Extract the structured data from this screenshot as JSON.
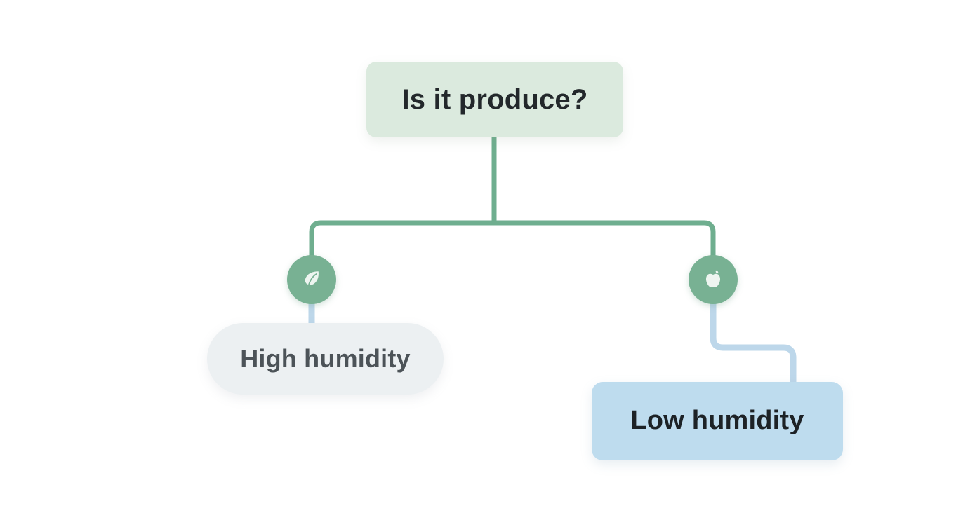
{
  "diagram": {
    "type": "decision-tree",
    "title": "Is it produce?",
    "background_color": "#ffffff",
    "root": {
      "id": "root",
      "label": "Is it produce?",
      "fill": "#dbeade",
      "text_color": "#23282b",
      "shape": "rounded-rect"
    },
    "branches": [
      {
        "id": "branch-yes",
        "icon": "leaf-icon",
        "icon_badge_color": "#78b193",
        "icon_glyph_color": "#eef5f0",
        "target": {
          "id": "high-humidity",
          "label": "High humidity",
          "fill": "#ecf0f2",
          "text_color": "#4c5358",
          "shape": "pill"
        },
        "connector_color_upper": "#6fae8f",
        "connector_color_lower": "#bdd7ea"
      },
      {
        "id": "branch-no",
        "icon": "apple-icon",
        "icon_badge_color": "#78b193",
        "icon_glyph_color": "#eef5f0",
        "target": {
          "id": "low-humidity",
          "label": "Low humidity",
          "fill": "#bedcee",
          "text_color": "#1d2226",
          "shape": "rounded-rect"
        },
        "connector_color_upper": "#6fae8f",
        "connector_color_lower": "#bdd7ea"
      }
    ],
    "edges": [
      {
        "from": "root",
        "to": "branch-yes",
        "color": "#6fae8f"
      },
      {
        "from": "root",
        "to": "branch-no",
        "color": "#6fae8f"
      },
      {
        "from": "branch-yes",
        "to": "high-humidity",
        "color": "#bdd7ea"
      },
      {
        "from": "branch-no",
        "to": "low-humidity",
        "color": "#bdd7ea"
      }
    ]
  }
}
